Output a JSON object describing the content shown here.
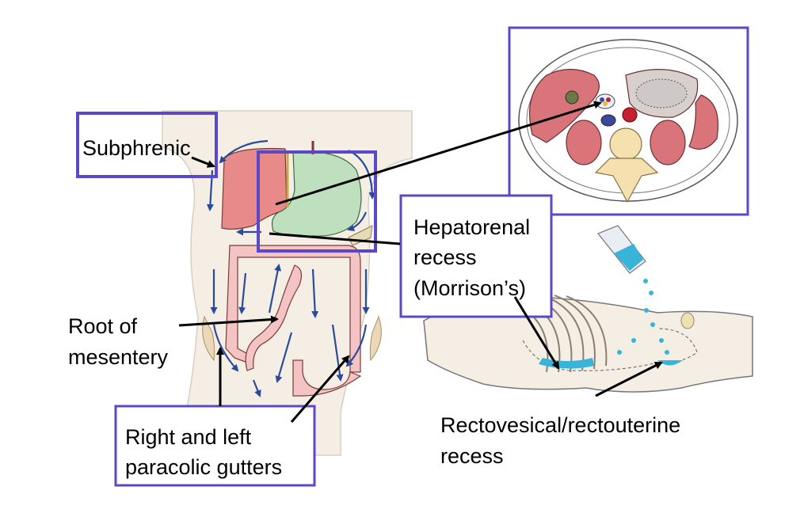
{
  "labels": {
    "subphrenic": "Subphrenic",
    "hepatorenal_line1": "Hepatorenal",
    "hepatorenal_line2": "recess",
    "hepatorenal_line3": "(Morrison’s)",
    "root_line1": "Root of",
    "root_line2": "mesentery",
    "gutters_line1": "Right and left",
    "gutters_line2": "paracolic gutters",
    "recto_line1": "Rectovesical/rectouterine",
    "recto_line2": "recess"
  },
  "colors": {
    "frame": "#5b48c8",
    "liver": "#e8898a",
    "stomach": "#bfe0bf",
    "intestine": "#f4c3c3",
    "flow_arrow": "#2a4a9a",
    "fluid": "#38b4d8",
    "skin": "#f5eee4"
  }
}
